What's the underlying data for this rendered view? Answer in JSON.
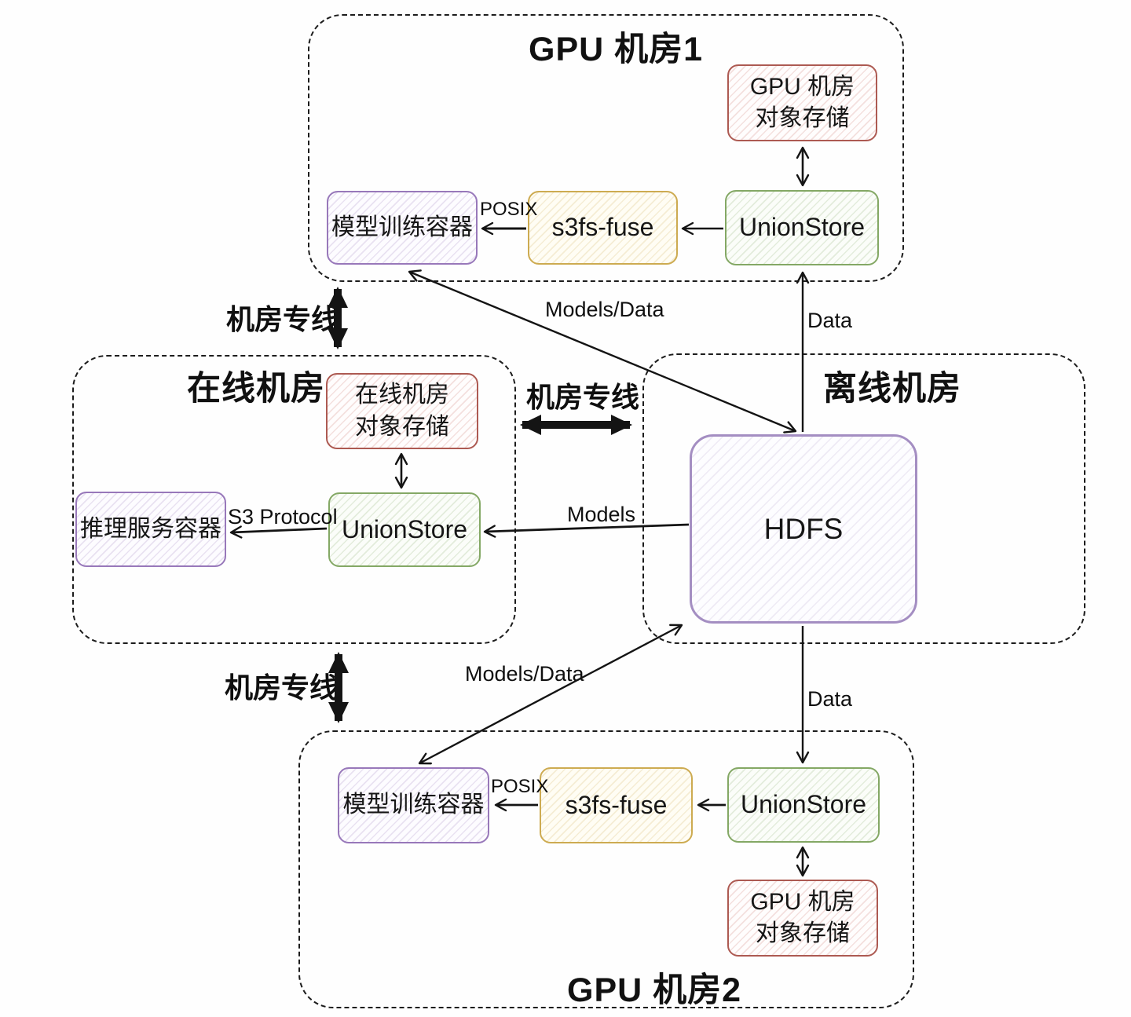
{
  "containers": {
    "gpu1": {
      "title": "GPU 机房1"
    },
    "online": {
      "title": "在线机房"
    },
    "offline": {
      "title": "离线机房"
    },
    "gpu2": {
      "title": "GPU 机房2"
    }
  },
  "nodes": {
    "gpu1_object_storage": {
      "line1": "GPU 机房",
      "line2": "对象存储"
    },
    "gpu1_train_container": {
      "label": "模型训练容器"
    },
    "gpu1_s3fs_fuse": {
      "label": "s3fs-fuse"
    },
    "gpu1_unionstore": {
      "label": "UnionStore"
    },
    "online_object_storage": {
      "line1": "在线机房",
      "line2": "对象存储"
    },
    "online_unionstore": {
      "label": "UnionStore"
    },
    "inference_container": {
      "label": "推理服务容器"
    },
    "hdfs": {
      "label": "HDFS"
    },
    "gpu2_train_container": {
      "label": "模型训练容器"
    },
    "gpu2_s3fs_fuse": {
      "label": "s3fs-fuse"
    },
    "gpu2_unionstore": {
      "label": "UnionStore"
    },
    "gpu2_object_storage": {
      "line1": "GPU 机房",
      "line2": "对象存储"
    }
  },
  "edge_labels": {
    "gpu1_posix": "POSIX",
    "gpu2_posix": "POSIX",
    "s3_protocol": "S3 Protocol",
    "models": "Models",
    "gpu1_models_data": "Models/Data",
    "gpu2_models_data": "Models/Data",
    "gpu1_data": "Data",
    "gpu2_data": "Data",
    "leased_line_top": "机房专线",
    "leased_line_middle": "机房专线",
    "leased_line_bottom": "机房专线"
  },
  "colors": {
    "red_border": "#ad5a52",
    "green_border": "#84a865",
    "yellow_border": "#cdab51",
    "purple_border": "#9878ba",
    "hdfs_border": "#a48ec2",
    "line_color": "#141414",
    "dash_color": "#1c1c1c"
  }
}
